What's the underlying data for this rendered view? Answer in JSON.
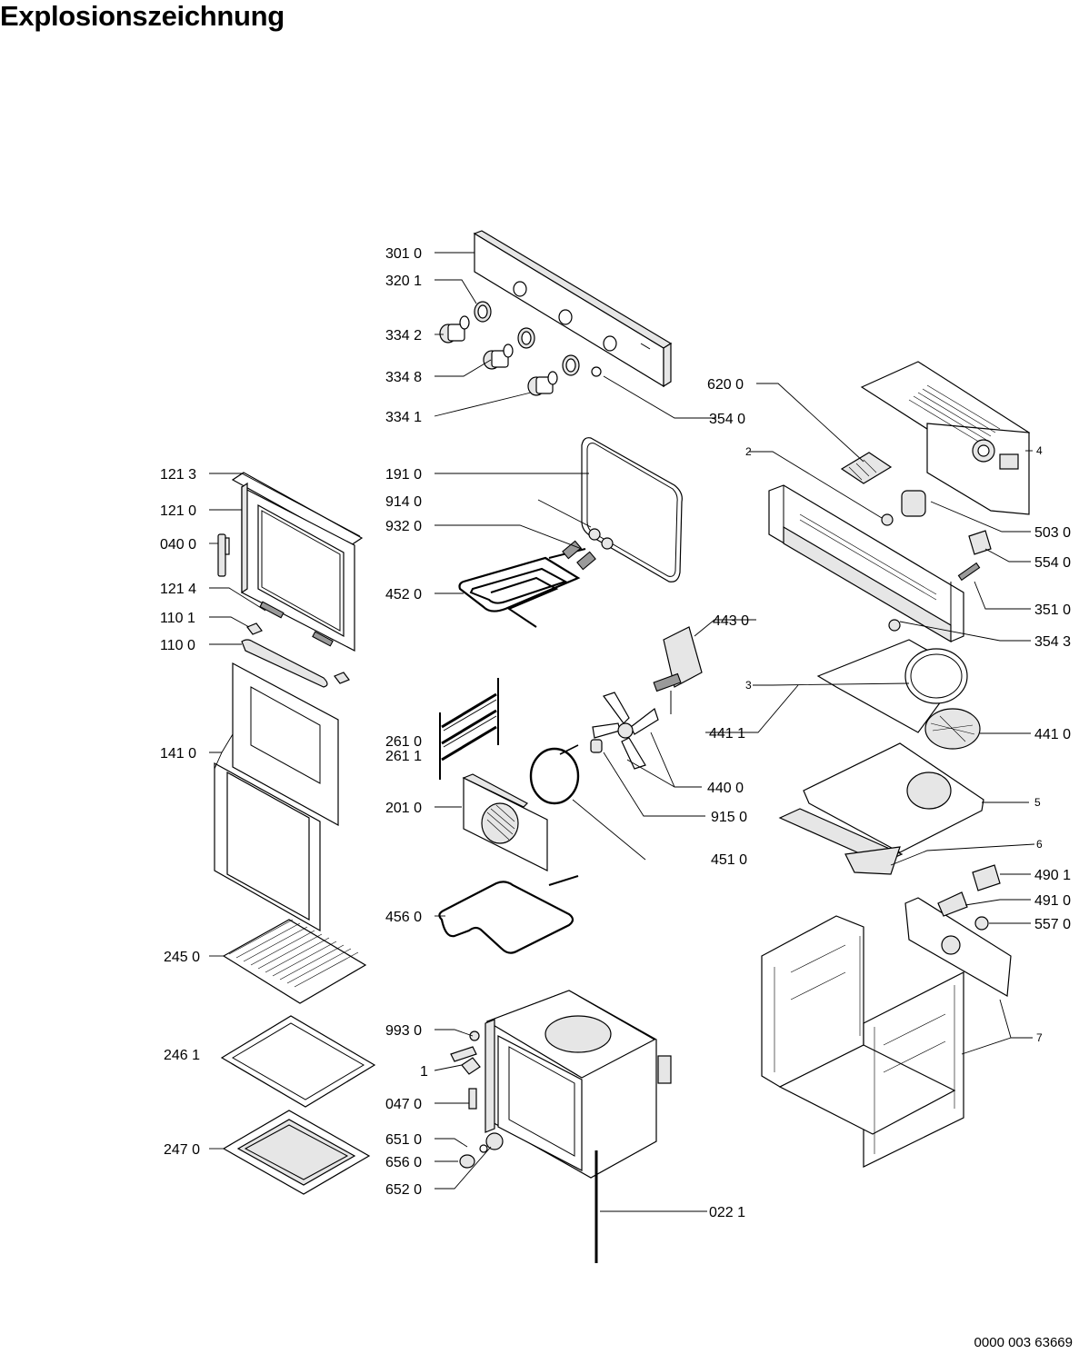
{
  "title": "Explosionszeichnung",
  "document_number": "0000 003 63669",
  "parts": {
    "p3010": "301 0",
    "p3201": "320 1",
    "p3342": "334 2",
    "p3348": "334 8",
    "p3341": "334 1",
    "p3540": "354 0",
    "p6200": "620 0",
    "p1910": "191 0",
    "p9140": "914 0",
    "p9320": "932 0",
    "p4520": "452 0",
    "p1213": "121 3",
    "p1210": "121 0",
    "p0400": "040 0",
    "p1214": "121 4",
    "p1101": "110 1",
    "p1100": "110 0",
    "p1410": "141 0",
    "p2610": "261 0",
    "p2611": "261 1",
    "p2010": "201 0",
    "p4560": "456 0",
    "p4430": "443 0",
    "p4400": "440 0",
    "p9150": "915 0",
    "p4510": "451 0",
    "p4411": "441 1",
    "p4410": "441 0",
    "p5030": "503 0",
    "p5540": "554 0",
    "p3510": "351 0",
    "p3543": "354 3",
    "p4901": "490 1",
    "p4910": "491 0",
    "p5570": "557 0",
    "p2450": "245 0",
    "p2461": "246 1",
    "p2470": "247 0",
    "p9930": "993 0",
    "p1": "1",
    "p0470": "047 0",
    "p6510": "651 0",
    "p6560": "656 0",
    "p6520": "652 0",
    "p0221": "022 1",
    "p2": "2",
    "p3": "3",
    "p4": "4",
    "p5": "5",
    "p6": "6",
    "p7": "7"
  }
}
